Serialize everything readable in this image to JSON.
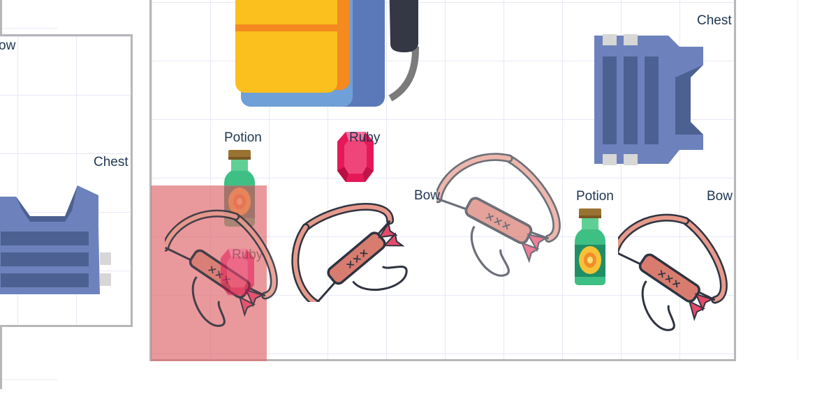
{
  "scene": {
    "labels": {
      "bow_partial": "ow",
      "chest_left": "Chest",
      "chest_top": "Chest",
      "potion_1": "Potion",
      "ruby_1": "Ruby",
      "bow_1": "Bow",
      "potion_2": "Potion",
      "bow_2": "Bow",
      "ruby_ghost": "Ruby"
    },
    "items": [
      {
        "type": "bow",
        "icon": "bow-icon"
      },
      {
        "type": "chest-armor",
        "icon": "chest-armor-icon"
      },
      {
        "type": "backpack",
        "icon": "backpack-icon"
      },
      {
        "type": "chest-armor",
        "icon": "chest-armor-icon"
      },
      {
        "type": "potion",
        "icon": "potion-icon"
      },
      {
        "type": "ruby",
        "icon": "ruby-icon"
      },
      {
        "type": "bow",
        "icon": "bow-icon"
      },
      {
        "type": "bow",
        "icon": "bow-icon"
      },
      {
        "type": "potion",
        "icon": "potion-icon"
      },
      {
        "type": "bow",
        "icon": "bow-icon"
      },
      {
        "type": "bow",
        "icon": "bow-icon"
      },
      {
        "type": "potion",
        "icon": "potion-icon"
      },
      {
        "type": "ruby",
        "icon": "ruby-icon"
      }
    ],
    "selection": {
      "state": "selected",
      "color": "#de686c"
    },
    "colors": {
      "grid_line": "#e8e8f6",
      "panel_border": "#b7b7b7",
      "label_text": "#1e3550",
      "bow_wood": "#e69a8b",
      "armor_blue": "#6d82bc",
      "ruby_red": "#e5195a",
      "potion_green": "#3ebf84",
      "backpack_yellow": "#fbbf1e"
    }
  }
}
